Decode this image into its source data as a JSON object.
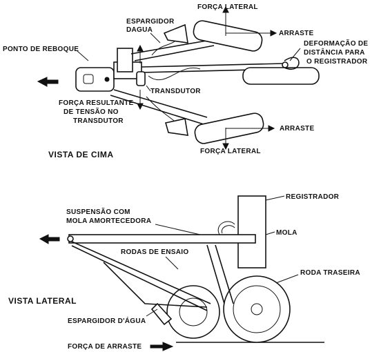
{
  "top_view": {
    "title": "VISTA DE CIMA",
    "labels": {
      "forca_lateral_top": "FORÇA LATERAL",
      "arraste_top": "ARRASTE",
      "espargidor_1": "ESPARGIDOR",
      "espargidor_2": "DAGUA",
      "ponto_reboque": "PONTO DE REBOQUE",
      "deformacao_1": "DEFORMAÇÃO DE",
      "deformacao_2": "DISTÂNCIA PARA",
      "deformacao_3": "O REGISTRADOR",
      "transdutor": "TRANSDUTOR",
      "forca_resultante_1": "FORÇA RESULTANTE",
      "forca_resultante_2": "DE TENSÃO NO",
      "forca_resultante_3": "TRANSDUTOR",
      "arraste_bottom": "ARRASTE",
      "forca_lateral_bottom": "FORÇA LATERAL"
    }
  },
  "side_view": {
    "title": "VISTA LATERAL",
    "labels": {
      "registrador": "REGISTRADOR",
      "suspensao_1": "SUSPENSÃO COM",
      "suspensao_2": "MOLA AMORTECEDORA",
      "mola": "MOLA",
      "rodas_ensaio": "RODAS DE ENSAIO",
      "roda_traseira": "RODA TRASEIRA",
      "espargidor": "ESPARGIDOR D'ÁGUA",
      "forca_arraste": "FORÇA DE ARRASTE"
    }
  }
}
